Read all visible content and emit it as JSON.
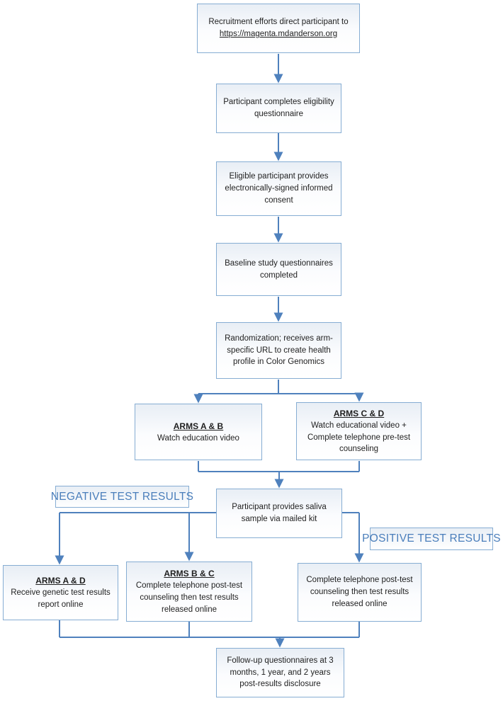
{
  "flowchart": {
    "nodes": {
      "recruitment": {
        "text": "Recruitment efforts direct participant to",
        "link": "https://magenta.mdanderson.org"
      },
      "eligibility": {
        "text": "Participant completes eligibility questionnaire"
      },
      "consent": {
        "text": "Eligible participant provides electronically-signed informed consent"
      },
      "baseline": {
        "text": "Baseline study questionnaires completed"
      },
      "randomization": {
        "text": "Randomization; receives arm-specific URL to create health profile in Color Genomics"
      },
      "arms_ab": {
        "title": "ARMS A & B",
        "text": "Watch education video"
      },
      "arms_cd": {
        "title": "ARMS C & D",
        "text": "Watch educational video + Complete telephone pre-test counseling"
      },
      "saliva": {
        "text": "Participant provides saliva sample via mailed kit"
      },
      "negative_label": {
        "text": "NEGATIVE TEST RESULTS"
      },
      "positive_label": {
        "text": "POSITIVE TEST RESULTS"
      },
      "arms_ad": {
        "title": "ARMS A & D",
        "text": "Receive genetic test results report online"
      },
      "arms_bc": {
        "title": "ARMS B & C",
        "text": "Complete telephone post-test counseling then test results released online"
      },
      "post_test_right": {
        "text": "Complete telephone post-test counseling then test results released online"
      },
      "followup": {
        "text": "Follow-up questionnaires at 3 months, 1 year, and 2 years post-results disclosure"
      }
    },
    "colors": {
      "line": "#4f81bd",
      "box_border": "#86add3",
      "box_fill_top": "#e8eef5",
      "label_text": "#4a7ebb",
      "text": "#1f1f1f"
    }
  }
}
